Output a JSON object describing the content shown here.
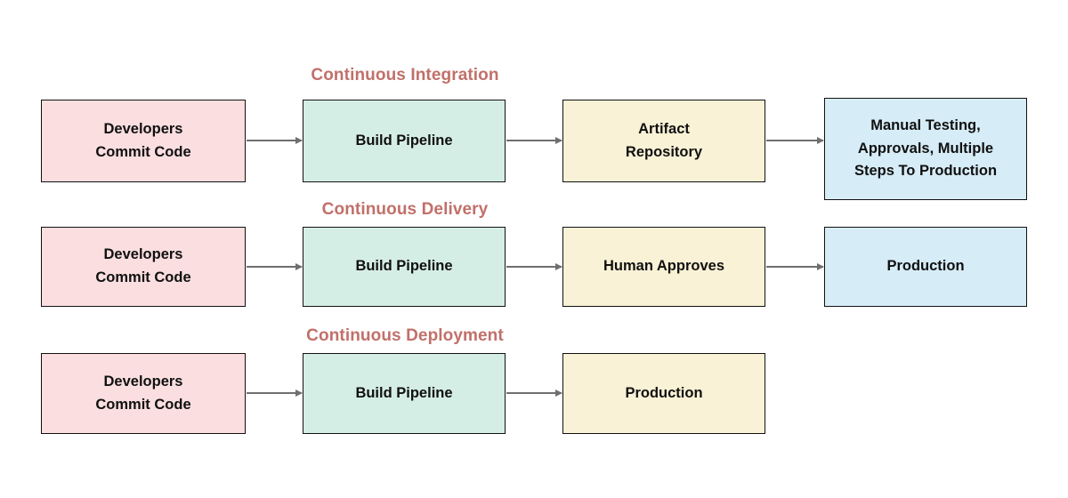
{
  "diagram": {
    "title_color": "#c1706a",
    "rows": [
      {
        "id": "continuous-integration",
        "title": "Continuous Integration",
        "nodes": [
          {
            "id": "ci-developers-commit-code",
            "lines": [
              "Developers",
              "Commit Code"
            ],
            "fill": "#fadee0",
            "fill_name": "pink"
          },
          {
            "id": "ci-build-pipeline",
            "lines": [
              "Build Pipeline"
            ],
            "fill": "#d5eee5",
            "fill_name": "mint"
          },
          {
            "id": "ci-artifact-repository",
            "lines": [
              "Artifact",
              "Repository"
            ],
            "fill": "#faf2d6",
            "fill_name": "cream"
          },
          {
            "id": "ci-manual-testing",
            "lines": [
              "Manual Testing,",
              "Approvals, Multiple",
              "Steps To Production"
            ],
            "fill": "#d6ecf7",
            "fill_name": "blue"
          }
        ],
        "arrows": 3
      },
      {
        "id": "continuous-delivery",
        "title": "Continuous Delivery",
        "nodes": [
          {
            "id": "cd-developers-commit-code",
            "lines": [
              "Developers",
              "Commit Code"
            ],
            "fill": "#fadee0",
            "fill_name": "pink"
          },
          {
            "id": "cd-build-pipeline",
            "lines": [
              "Build Pipeline"
            ],
            "fill": "#d5eee5",
            "fill_name": "mint"
          },
          {
            "id": "cd-human-approves",
            "lines": [
              "Human Approves"
            ],
            "fill": "#faf2d6",
            "fill_name": "cream"
          },
          {
            "id": "cd-production",
            "lines": [
              "Production"
            ],
            "fill": "#d6ecf7",
            "fill_name": "blue"
          }
        ],
        "arrows": 3
      },
      {
        "id": "continuous-deployment",
        "title": "Continuous Deployment",
        "nodes": [
          {
            "id": "cdp-developers-commit-code",
            "lines": [
              "Developers",
              "Commit Code"
            ],
            "fill": "#fadee0",
            "fill_name": "pink"
          },
          {
            "id": "cdp-build-pipeline",
            "lines": [
              "Build Pipeline"
            ],
            "fill": "#d5eee5",
            "fill_name": "mint"
          },
          {
            "id": "cdp-production",
            "lines": [
              "Production"
            ],
            "fill": "#faf2d6",
            "fill_name": "cream"
          }
        ],
        "arrows": 2
      }
    ]
  }
}
